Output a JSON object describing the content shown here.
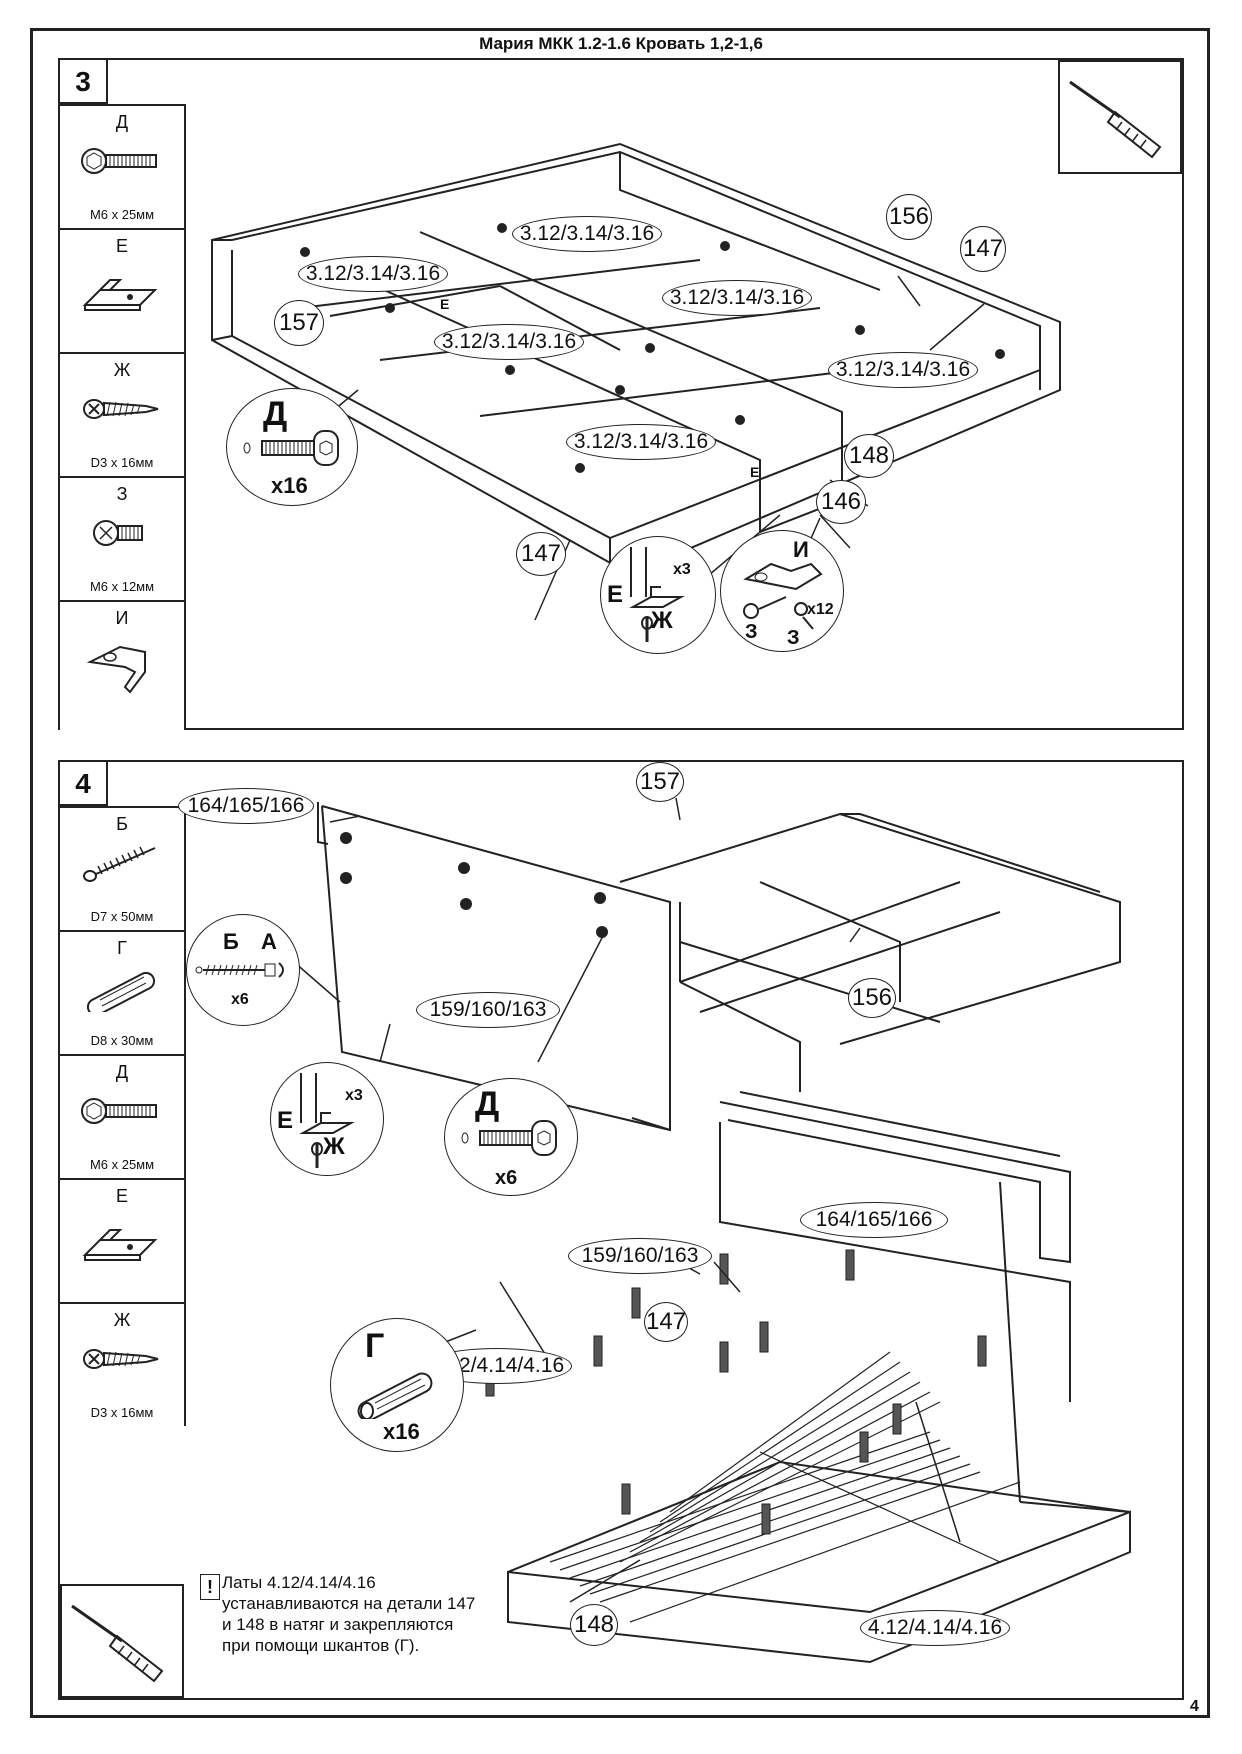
{
  "document": {
    "title": "Мария МКК 1.2-1.6 Кровать  1,2-1,6",
    "page_number": "4"
  },
  "step3": {
    "number": "3",
    "hardware": [
      {
        "letter": "Д",
        "size": "М6 х 25мм",
        "icon": "bolt-icon"
      },
      {
        "letter": "Е",
        "size": "",
        "icon": "corner-bracket-icon"
      },
      {
        "letter": "Ж",
        "size": "D3 x 16мм",
        "icon": "screw-icon"
      },
      {
        "letter": "З",
        "size": "М6 х 12мм",
        "icon": "short-bolt-icon"
      },
      {
        "letter": "И",
        "size": "",
        "icon": "angle-bracket-icon"
      }
    ],
    "part_labels": [
      "3.12/3.14/3.16",
      "3.12/3.14/3.16",
      "3.12/3.14/3.16",
      "3.12/3.14/3.16",
      "3.12/3.14/3.16",
      "3.12/3.14/3.16"
    ],
    "circle_labels": {
      "p156": "156",
      "p147a": "147",
      "p157": "157",
      "p148": "148",
      "p146": "146",
      "p147b": "147"
    },
    "callout_bolt": {
      "letter": "Д",
      "qty": "x16"
    },
    "callout_bracket": {
      "letter_e": "Е",
      "letter_zh": "Ж",
      "qty": "x3"
    },
    "callout_angle": {
      "letter_i": "И",
      "letter_z1": "З",
      "letter_z2": "З",
      "qty": "x12"
    },
    "small_e": [
      "Е",
      "Е"
    ]
  },
  "step4": {
    "number": "4",
    "hardware": [
      {
        "letter": "Б",
        "size": "D7 x 50мм",
        "icon": "confirmat-screw-icon"
      },
      {
        "letter": "Г",
        "size": "D8 x 30мм",
        "icon": "dowel-icon"
      },
      {
        "letter": "Д",
        "size": "М6 х 25мм",
        "icon": "bolt-icon"
      },
      {
        "letter": "Е",
        "size": "",
        "icon": "corner-bracket-icon"
      },
      {
        "letter": "Ж",
        "size": "D3 x 16мм",
        "icon": "screw-icon"
      }
    ],
    "labels": {
      "headboard_top": "164/165/166",
      "p157": "157",
      "panel": "159/160/163",
      "p156": "156",
      "panel_b": "159/160/163",
      "headboard_b": "164/165/166",
      "p147": "147",
      "slats_a": "4.12/4.14/4.16",
      "slats_b": "4.12/4.14/4.16",
      "p148": "148"
    },
    "callout_screw": {
      "letter_b": "Б",
      "letter_a": "А",
      "qty": "x6"
    },
    "callout_bracket": {
      "letter_e": "Е",
      "letter_zh": "Ж",
      "qty": "x3"
    },
    "callout_bolt": {
      "letter": "Д",
      "qty": "x6"
    },
    "callout_dowel": {
      "letter": "Г",
      "qty": "x16"
    },
    "note": {
      "mark": "!",
      "lines": [
        "Латы 4.12/4.14/4.16",
        "устанавливаются на детали 147",
        "и 148 в натяг и закрепляются",
        "при помощи шкантов (Г)."
      ]
    }
  }
}
